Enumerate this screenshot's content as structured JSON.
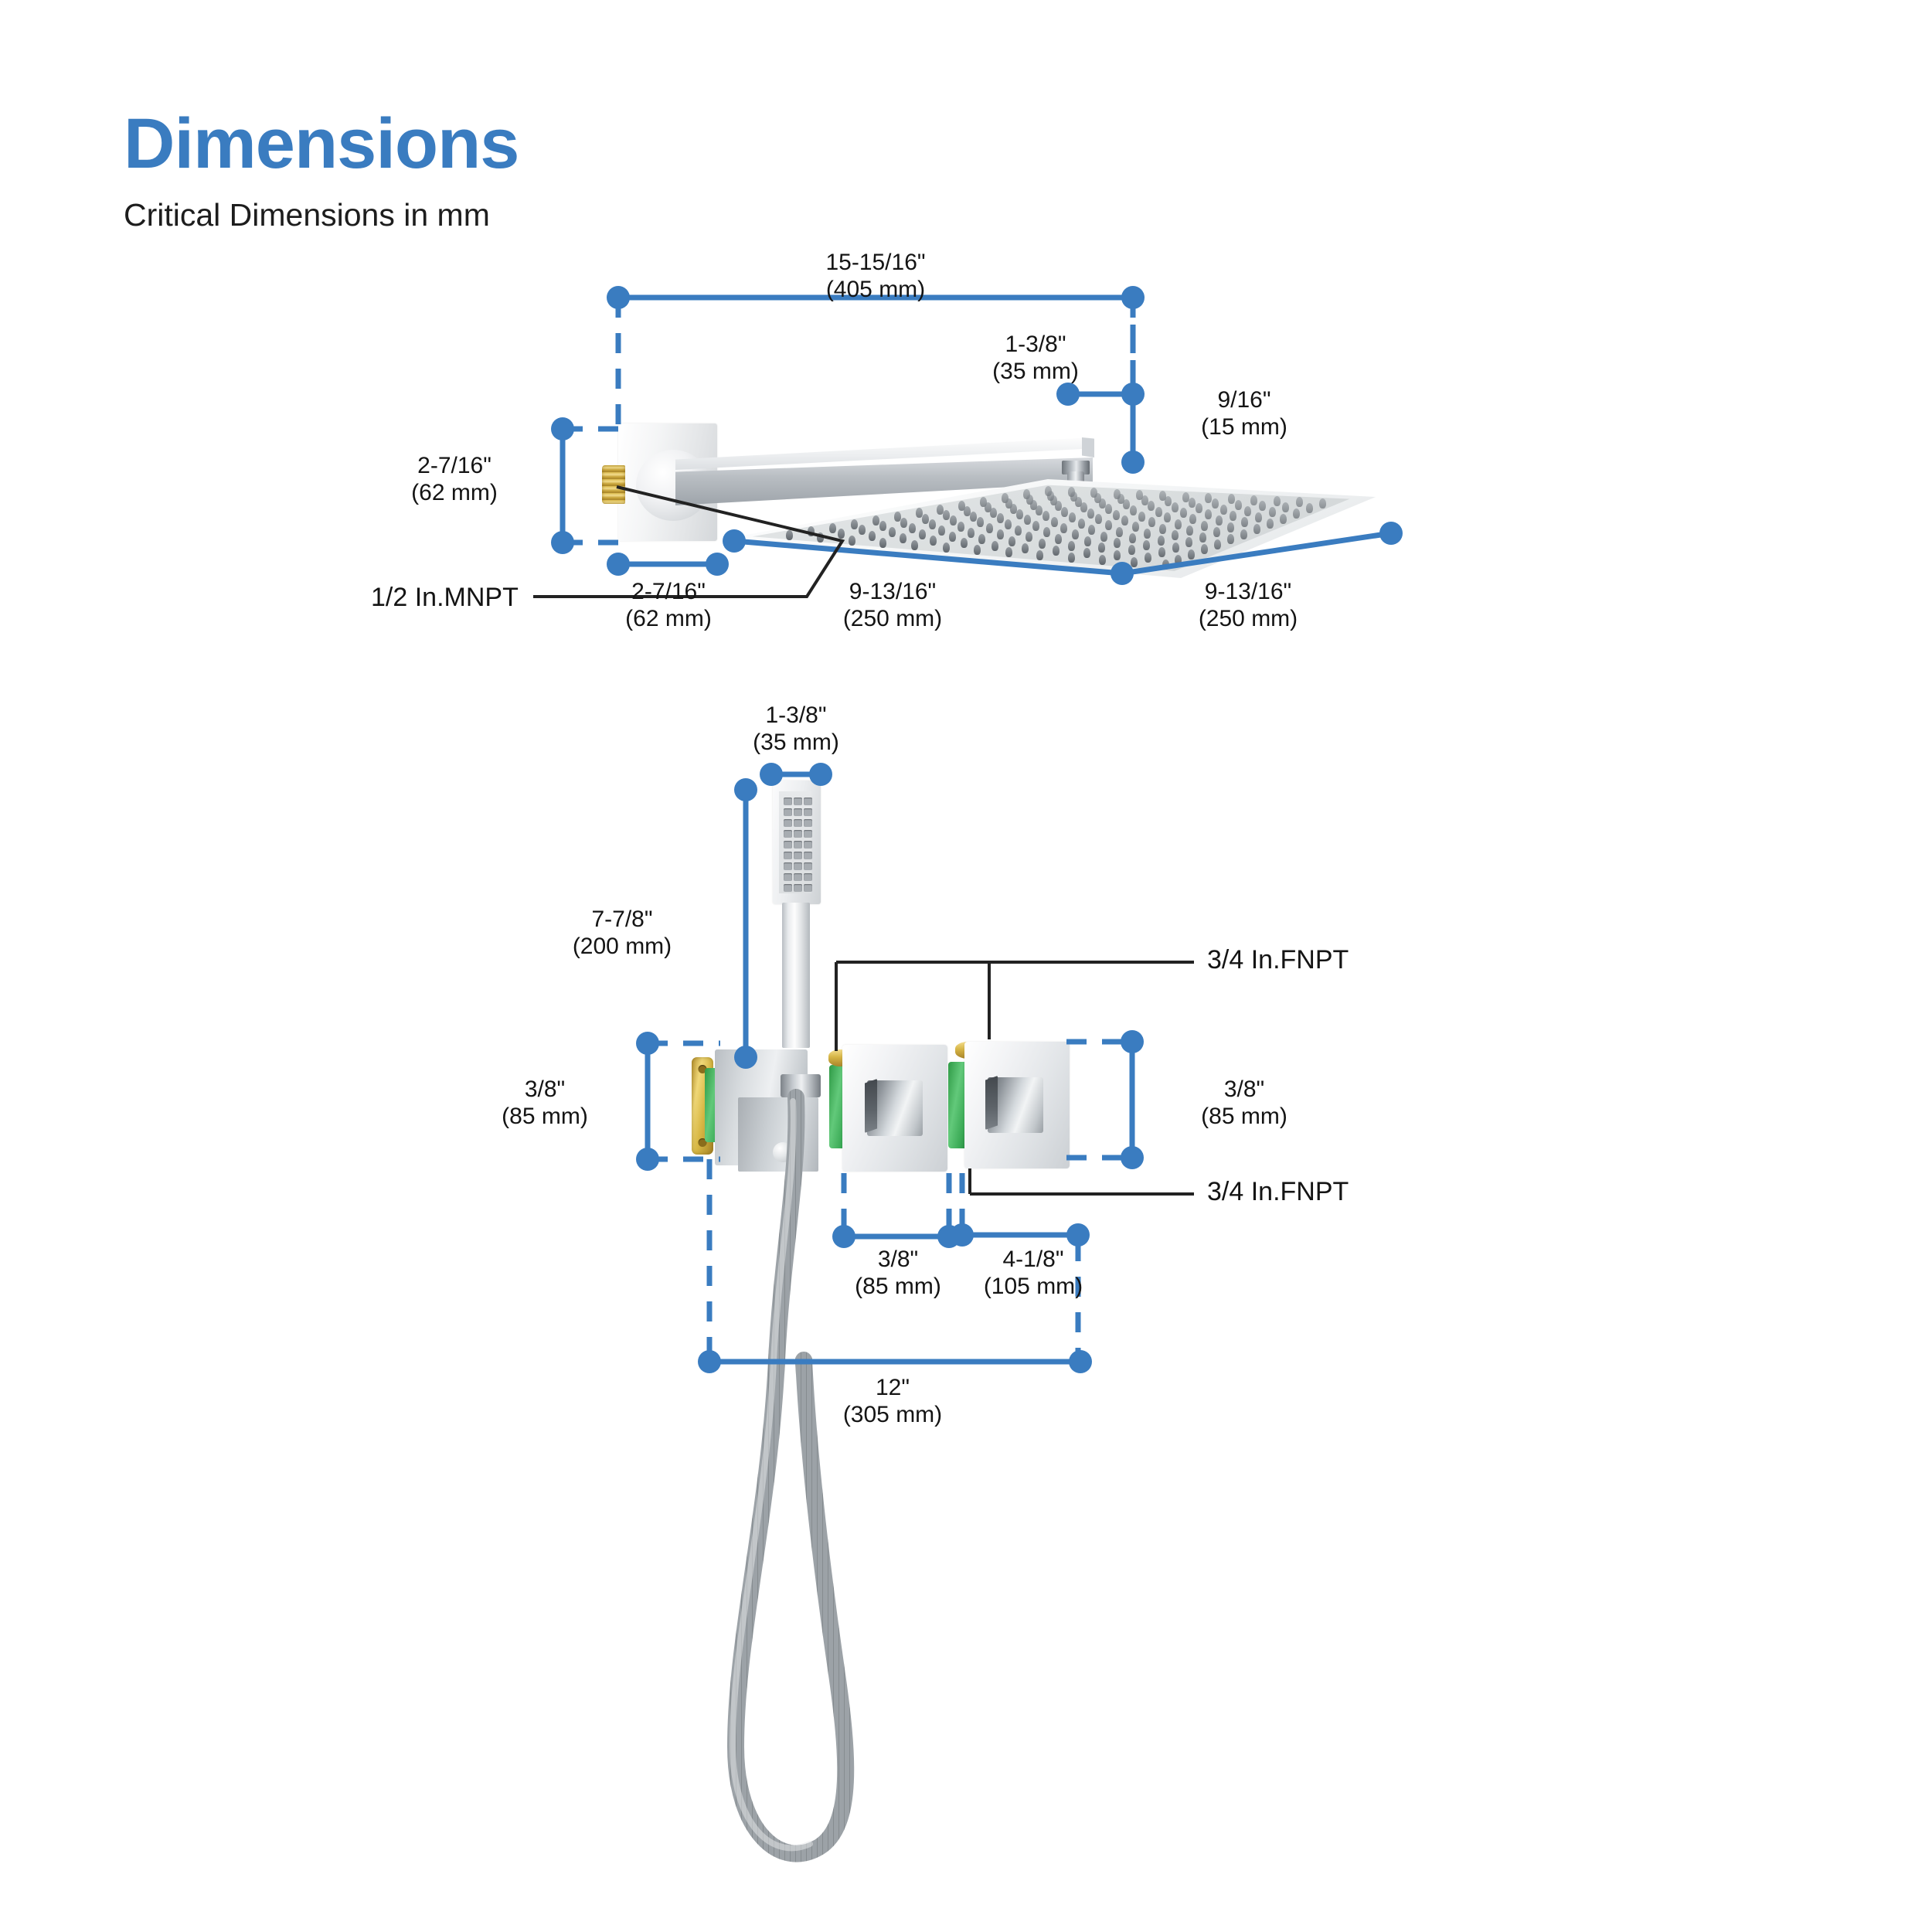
{
  "header": {
    "title": "Dimensions",
    "subtitle": "Critical Dimensions in mm",
    "accent_color": "#3a7cc0"
  },
  "colors": {
    "dimension_blue": "#3a7cc0",
    "text_black": "#141414",
    "brass": "#d6b545",
    "gasket_green": "#3aa955",
    "chrome": "#d9dcdf"
  },
  "top_assembly": {
    "name": "wall-mount rain shower head with square arm",
    "dimensions": {
      "arm_total_length": {
        "imperial": "15-15/16\"",
        "metric": "(405 mm)"
      },
      "arm_height": {
        "imperial": "1-3/8\"",
        "metric": "(35 mm)"
      },
      "head_thickness": {
        "imperial": "9/16\"",
        "metric": "(15 mm)"
      },
      "flange_height": {
        "imperial": "2-7/16\"",
        "metric": "(62 mm)"
      },
      "flange_width": {
        "imperial": "2-7/16\"",
        "metric": "(62 mm)"
      },
      "head_width_left": {
        "imperial": "9-13/16\"",
        "metric": "(250 mm)"
      },
      "head_width_right": {
        "imperial": "9-13/16\"",
        "metric": "(250 mm)"
      }
    },
    "callouts": {
      "inlet_thread": "1/2 In.MNPT"
    }
  },
  "bottom_assembly": {
    "name": "concealed shower valve with handheld wand and hose",
    "dimensions": {
      "wand_head_width": {
        "imperial": "1-3/8\"",
        "metric": "(35 mm)"
      },
      "wand_length": {
        "imperial": "7-7/8\"",
        "metric": "(200 mm)"
      },
      "valve_left_height": {
        "imperial": "3/8\"",
        "metric": "(85 mm)"
      },
      "valve_right_height": {
        "imperial": "3/8\"",
        "metric": "(85 mm)"
      },
      "spacing_a": {
        "imperial": "3/8\"",
        "metric": "(85 mm)"
      },
      "spacing_b": {
        "imperial": "4-1/8\"",
        "metric": "(105 mm)"
      },
      "overall_width": {
        "imperial": "12\"",
        "metric": "(305 mm)"
      }
    },
    "callouts": {
      "port_upper": "3/4 In.FNPT",
      "port_lower": "3/4 In.FNPT"
    }
  }
}
